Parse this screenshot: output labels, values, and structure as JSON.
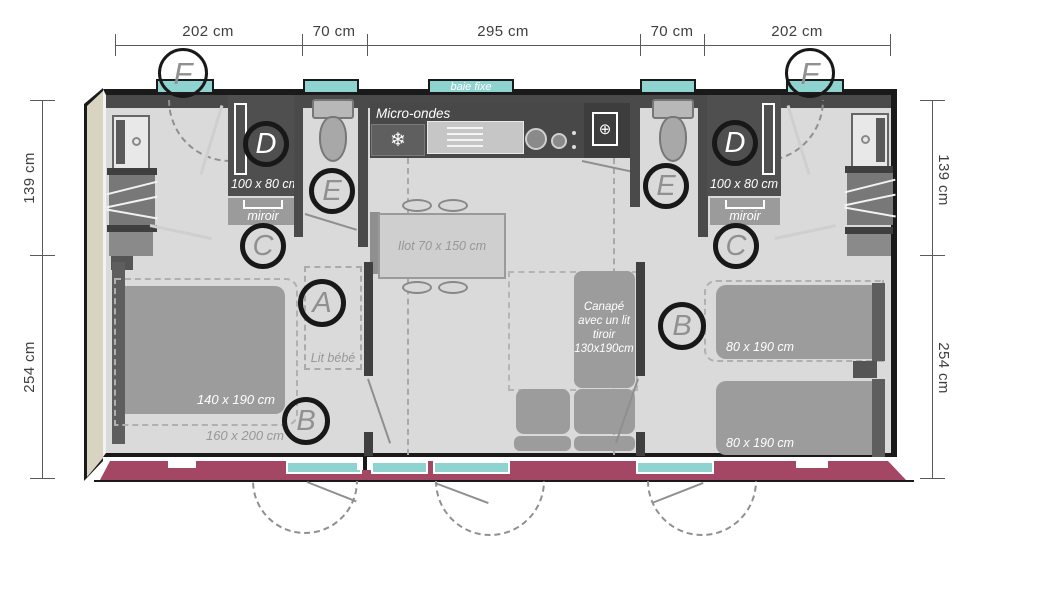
{
  "plan_title": "mobile-home floor plan",
  "dims": {
    "top": [
      "202 cm",
      "70 cm",
      "295 cm",
      "70 cm",
      "202 cm"
    ],
    "left": [
      "139 cm",
      "254 cm"
    ],
    "right": [
      "139 cm",
      "254 cm"
    ]
  },
  "markers": {
    "f_left": "F",
    "f_right": "F",
    "d_left": "D",
    "d_right": "D",
    "e_left": "E",
    "e_right": "E",
    "c_left": "C",
    "c_right": "C",
    "a": "A",
    "b_left": "B",
    "b_right": "B"
  },
  "windows": {
    "baie_fixe": "baie fixe"
  },
  "kitchen": {
    "micro_ondes": "Micro-ondes",
    "ilot": "Ilot 70 x 150 cm",
    "fridge_icon": "snowflake",
    "sink_icon": "faucet-cross"
  },
  "living": {
    "canape_line1": "Canapé",
    "canape_line2": "avec un lit",
    "canape_line3": "tiroir",
    "canape_line4": "130x190cm"
  },
  "bedroom_left": {
    "bed_size": "140 x 190 cm",
    "outline_size": "160 x 200 cm",
    "lit_bebe": "Lit bébé"
  },
  "bedroom_right": {
    "bed1_size": "80 x 190 cm",
    "bed2_size": "80 x 190 cm"
  },
  "bathroom_left": {
    "shower_size": "100 x 80 cm",
    "miroir": "miroir"
  },
  "bathroom_right": {
    "shower_size": "100 x 80 cm",
    "miroir": "miroir"
  },
  "colors": {
    "teal": "#8ed3cf",
    "maroon": "#a34765",
    "beige": "#d9d4c2",
    "floor": "#dadada",
    "wall-dark": "#4a4a4a",
    "room-dark": "#4f4f4f",
    "furniture": "#9c9c9c",
    "ink": "#1a1a1a"
  }
}
